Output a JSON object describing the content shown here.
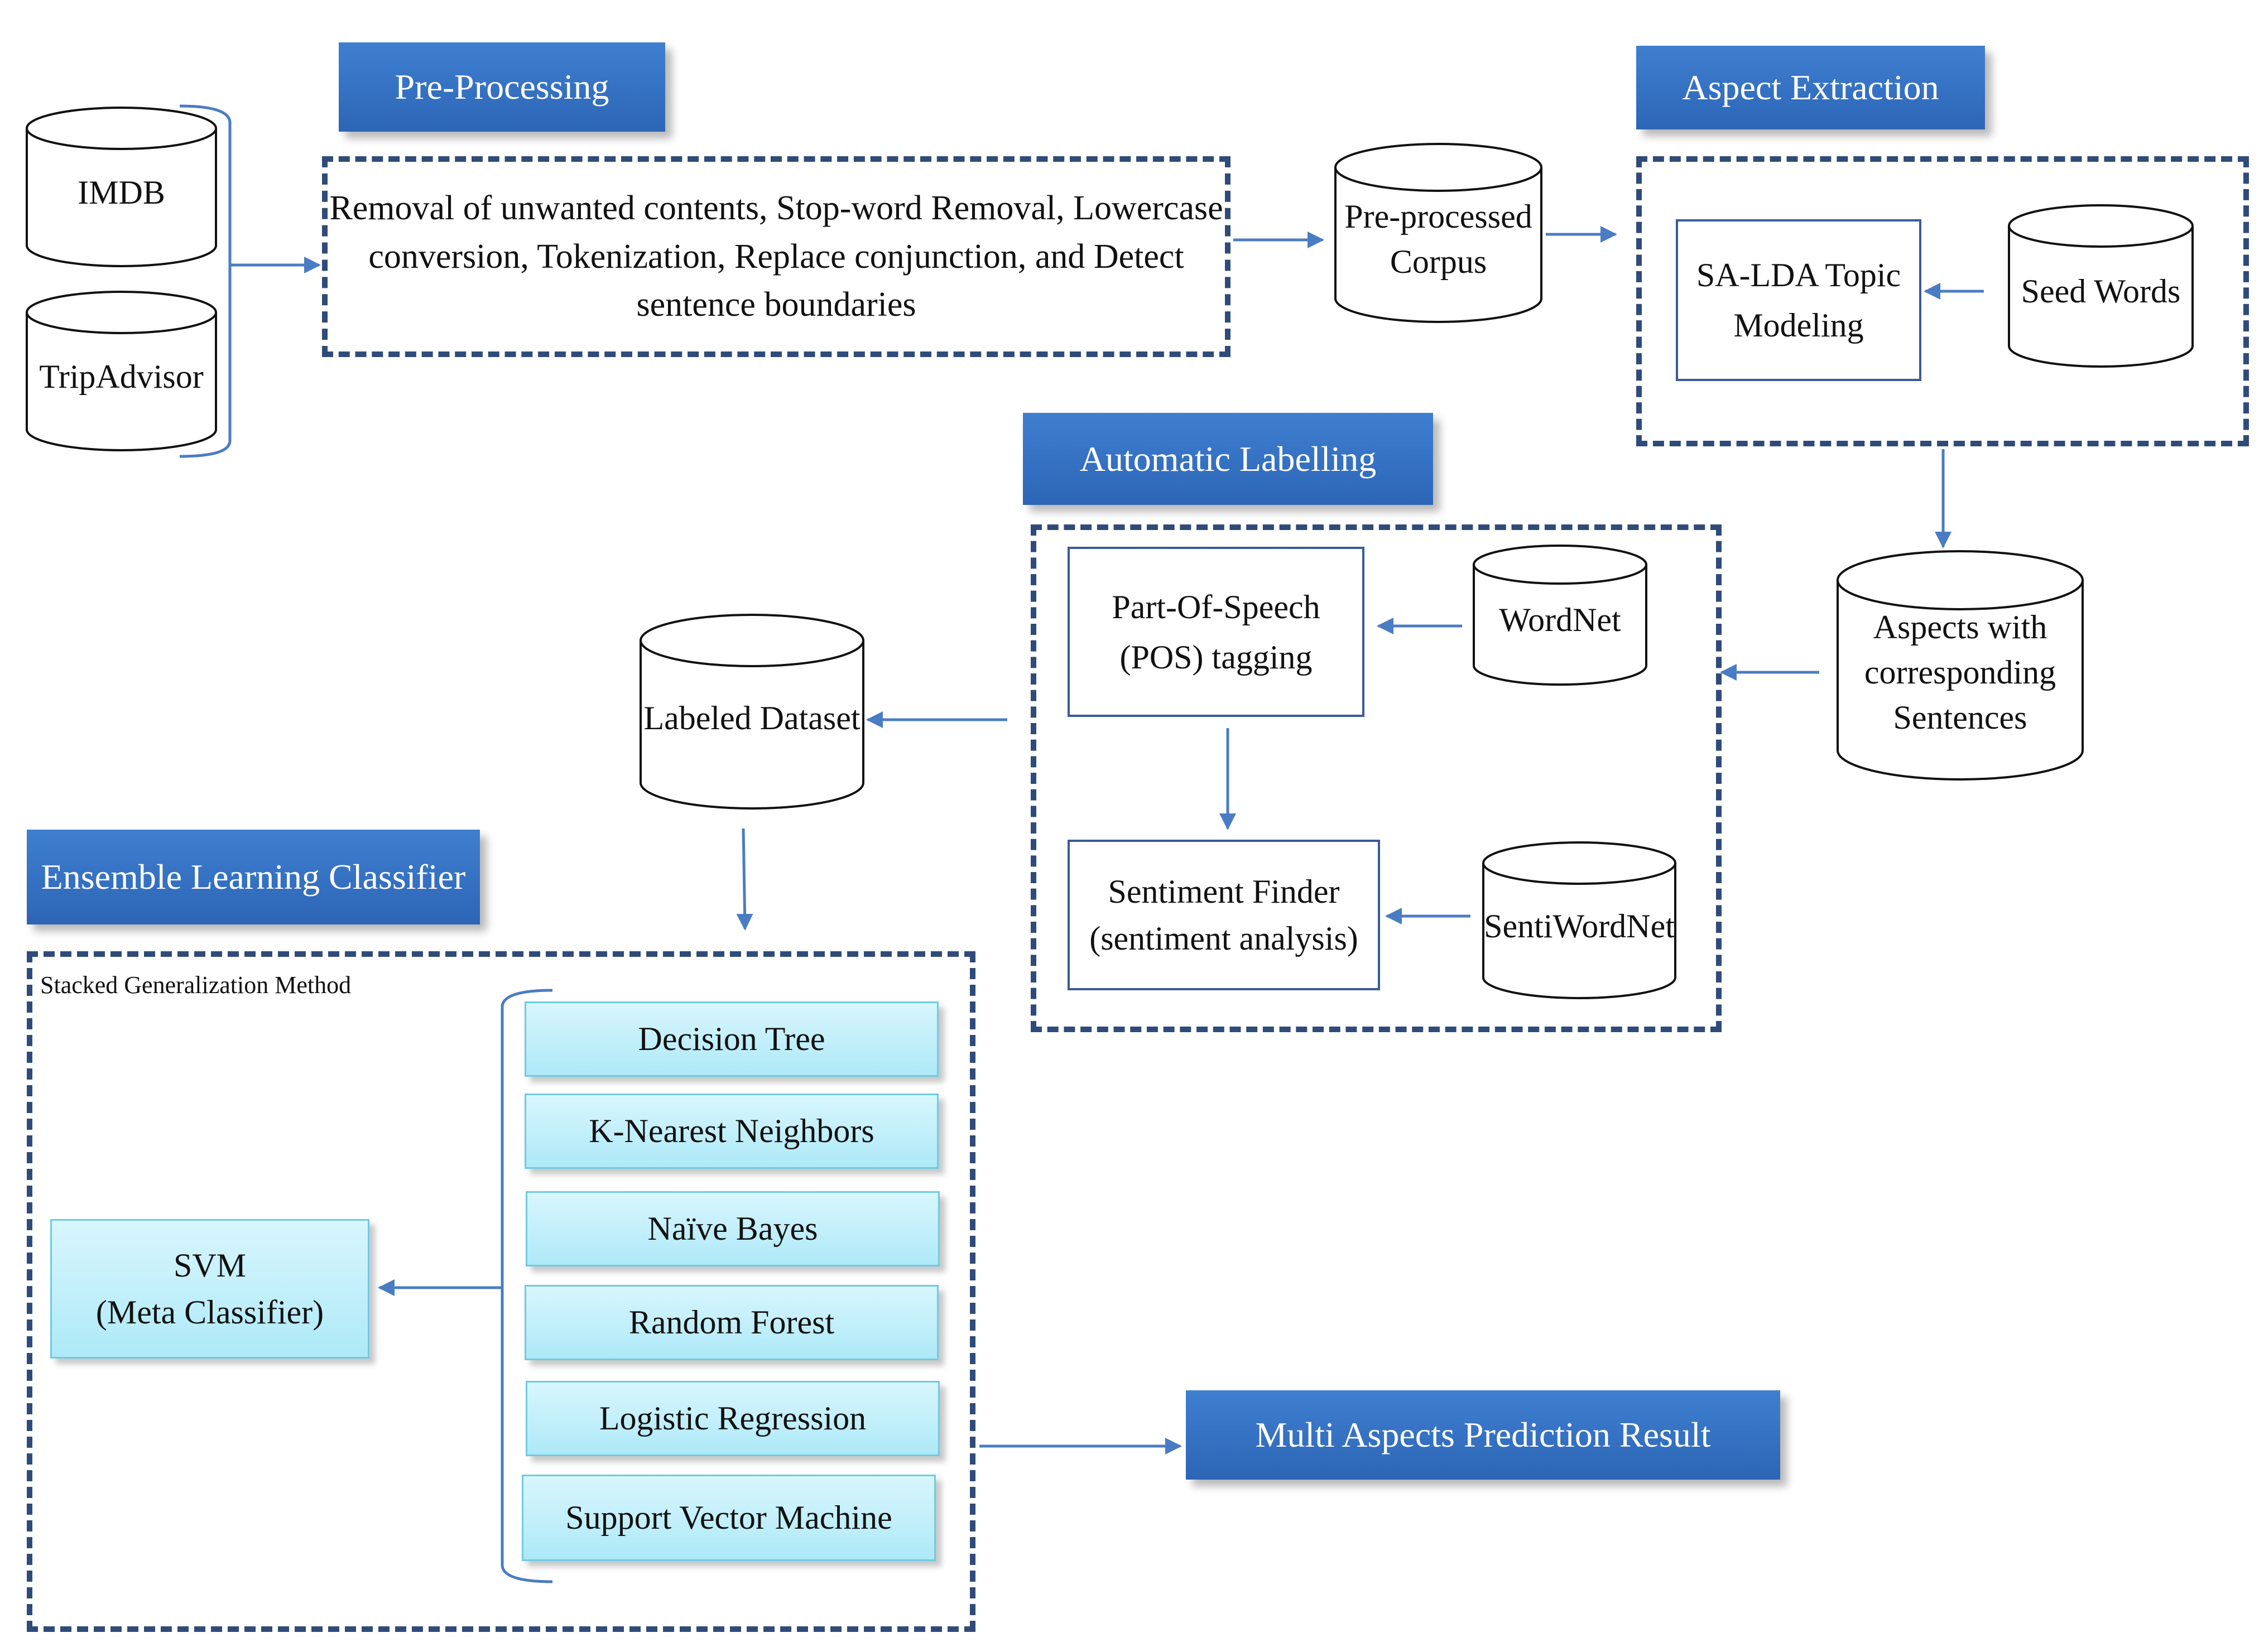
{
  "headers": {
    "pre_processing": "Pre-Processing",
    "aspect_extraction": "Aspect Extraction",
    "automatic_labelling": "Automatic Labelling",
    "ensemble_learning": "Ensemble Learning Classifier",
    "result": "Multi Aspects Prediction Result"
  },
  "sources": {
    "imdb": "IMDB",
    "tripadvisor": "TripAdvisor"
  },
  "pre_processing": {
    "steps_line1": "Removal of unwanted contents, Stop-word Removal, Lowercase",
    "steps_line2": "conversion, Tokenization, Replace conjunction, and Detect",
    "steps_line3": "sentence boundaries"
  },
  "corpus": {
    "line1": "Pre-processed",
    "line2": "Corpus"
  },
  "aspect_extraction": {
    "topic_line1": "SA-LDA Topic",
    "topic_line2": "Modeling",
    "seed_words": "Seed Words"
  },
  "aspects_db": {
    "line1": "Aspects with",
    "line2": "corresponding",
    "line3": "Sentences"
  },
  "labelling": {
    "pos_line1": "Part-Of-Speech",
    "pos_line2": "(POS) tagging",
    "wordnet": "WordNet",
    "sentiment_line1": "Sentiment Finder",
    "sentiment_line2": "(sentiment analysis)",
    "sentiwordnet": "SentiWordNet"
  },
  "labeled_dataset": "Labeled Dataset",
  "ensemble": {
    "method": "Stacked Generalization Method",
    "meta_line1": "SVM",
    "meta_line2": "(Meta Classifier)",
    "classifiers": [
      "Decision Tree",
      "K-Nearest Neighbors",
      "Naïve Bayes",
      "Random Forest",
      "Logistic Regression",
      "Support Vector Machine"
    ]
  },
  "colors": {
    "header_blue": "#2d65b6",
    "frame_navy": "#2f4b79",
    "arrow_blue": "#4a7cc4",
    "classifier_cyan": "#aee9f8"
  }
}
